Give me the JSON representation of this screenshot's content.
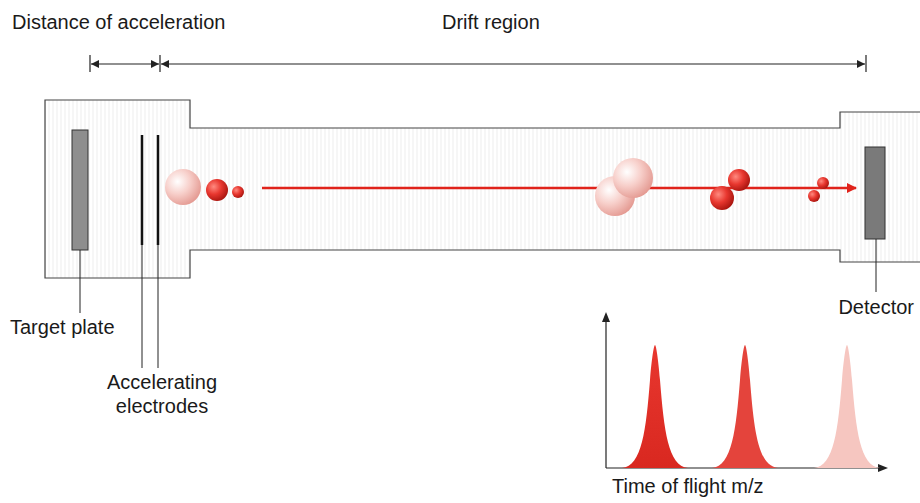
{
  "diagram": {
    "labels": [
      "Distance of acceleration",
      "Drift region",
      "Target plate",
      "Accelerating electrodes",
      "Detector",
      "Time of flight m/z"
    ]
  }
}
